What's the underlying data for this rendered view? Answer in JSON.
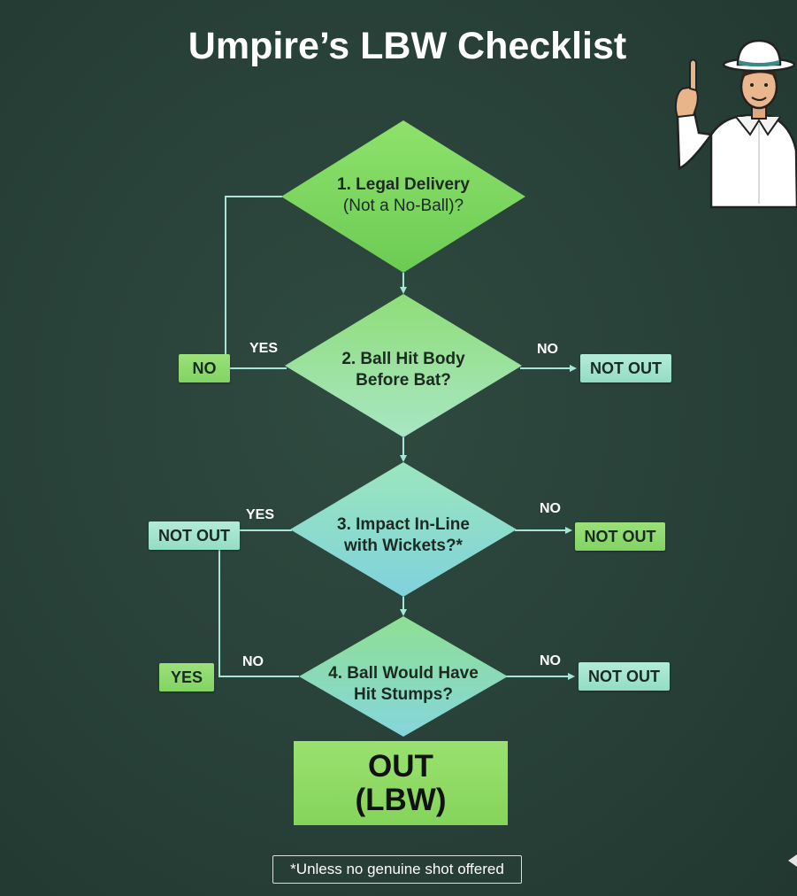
{
  "title": "Umpire’s LBW Checklist",
  "questions": [
    {
      "line1": "1. Legal Delivery",
      "line2": "(Not a No-Ball)?"
    },
    {
      "line1": "2. Ball Hit Body",
      "line2": "Before Bat?"
    },
    {
      "line1": "3. Impact In-Line",
      "line2": "with Wickets?*"
    },
    {
      "line1": "4. Ball Would Have",
      "line2": "Hit Stumps?"
    }
  ],
  "left_boxes": [
    "NO",
    "NOT OUT",
    "YES"
  ],
  "right_boxes": [
    "NOT OUT",
    "NOT OUT",
    "NOT OUT"
  ],
  "edge_labels": {
    "q2_left": "YES",
    "q2_right": "NO",
    "q3_left": "YES",
    "q3_right": "NO",
    "q4_left": "NO",
    "q4_right": "NO"
  },
  "result": {
    "line1": "OUT",
    "line2": "(LBW)"
  },
  "footnote": "*Unless no genuine shot offered",
  "colors": {
    "background": "#2b443b",
    "diamond_green": "#8fdb6c",
    "diamond_teal": "#8fd9d6",
    "connector": "#a6e6d8",
    "result_box": "#8edb66"
  },
  "icons": {
    "umpire": "umpire-pointing-finger-illustration"
  }
}
